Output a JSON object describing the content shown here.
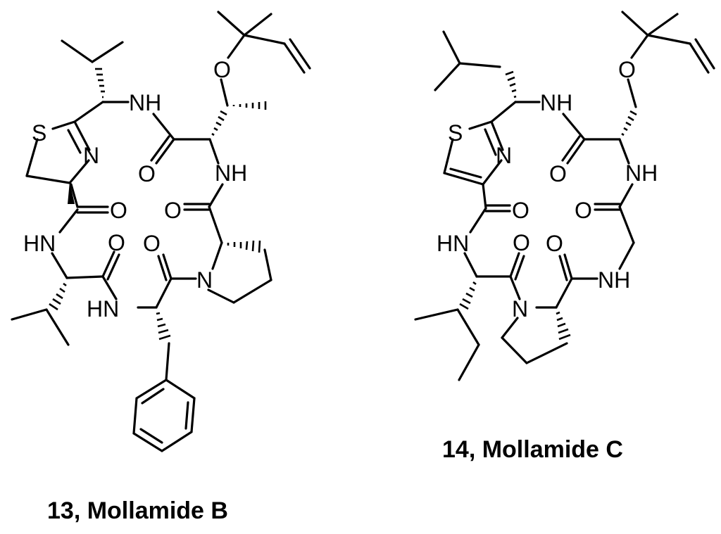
{
  "structures": [
    {
      "id": "mollamide-b",
      "caption": "13, Mollamide B",
      "atoms": [
        "S",
        "N",
        "NH",
        "O",
        "O",
        "NH",
        "O",
        "N",
        "O",
        "HN",
        "O",
        "HN",
        "O"
      ]
    },
    {
      "id": "mollamide-c",
      "caption": "14, Mollamide C",
      "atoms": [
        "S",
        "N",
        "NH",
        "O",
        "O",
        "NH",
        "O",
        "NH",
        "O",
        "HN",
        "O",
        "N",
        "O"
      ]
    }
  ]
}
